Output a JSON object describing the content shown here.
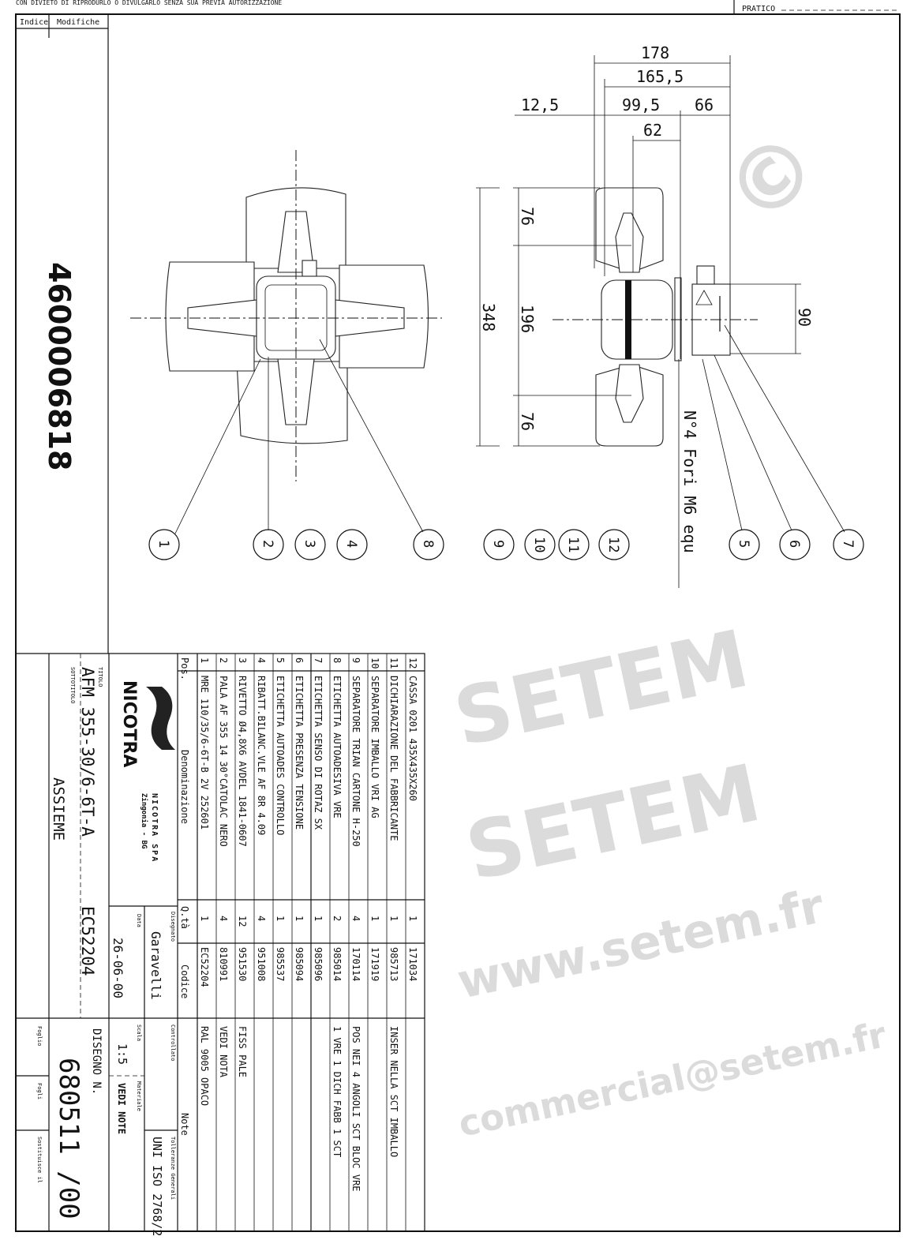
{
  "header": {
    "notice": "CON DIVIETO DI RIPRODURLO O DIVULGARLO SENZA SUA PREVIA AUTORIZZAZIONE",
    "pratico_label": "PRATICO",
    "indice_label": "Indice",
    "modifiche_label": "Modifiche"
  },
  "article_number": "4600006818",
  "dimensions": {
    "overall_depth": "178",
    "depth_165": "165,5",
    "offset": "12,5",
    "depth_99": "99,5",
    "box_depth": "66",
    "hub_depth": "62",
    "diameter": "348",
    "hub_height": "196",
    "blade_top": "76",
    "blade_bottom": "76",
    "box_height": "90",
    "holes_note": "N°4 Fori M6 equ"
  },
  "balloons": [
    "1",
    "2",
    "3",
    "4",
    "8",
    "9",
    "10",
    "11",
    "12",
    "5",
    "6",
    "7"
  ],
  "parts_table": {
    "headers": {
      "pos": "Pos.",
      "denominazione": "Denominazione",
      "qty": "Q.tà",
      "codice": "Codice",
      "note": "Note"
    },
    "rows": [
      {
        "pos": "1",
        "desc": "MRE 110/35/6-6T-B 2V 252601",
        "qty": "1",
        "code": "EC52204",
        "note": "RAL 9005 OPACO"
      },
      {
        "pos": "2",
        "desc": "PALA AF 355 14 30°CATOLAC NERO",
        "qty": "4",
        "code": "810991",
        "note": "VEDI NOTA"
      },
      {
        "pos": "3",
        "desc": "RIVETTO Ø4,8X6 AVDEL 1841-0607",
        "qty": "12",
        "code": "951530",
        "note": "FISS PALE"
      },
      {
        "pos": "4",
        "desc": "RIBATT.BILANC.VLE AF 8R 4.09",
        "qty": "4",
        "code": "951008",
        "note": ""
      },
      {
        "pos": "5",
        "desc": "ETICHETTA AUTOADES CONTROLLO",
        "qty": "1",
        "code": "985537",
        "note": ""
      },
      {
        "pos": "6",
        "desc": "ETICHETTA PRESENZA TENSIONE",
        "qty": "1",
        "code": "985094",
        "note": ""
      },
      {
        "pos": "7",
        "desc": "ETICHETTA SENSO DI ROTAZ SX",
        "qty": "1",
        "code": "985096",
        "note": ""
      },
      {
        "pos": "8",
        "desc": "ETICHETTA AUTOADESIVA VRE",
        "qty": "2",
        "code": "985014",
        "note": "1 VRE 1 DICH FABB 1 SCT"
      },
      {
        "pos": "9",
        "desc": "SEPARATORE TRIAN CARTONE H-250",
        "qty": "4",
        "code": "170114",
        "note": "POS NEI 4 ANGOLI SCT BLOC VRE"
      },
      {
        "pos": "10",
        "desc": "SEPARATORE IMBALLO VRI AG",
        "qty": "1",
        "code": "171919",
        "note": ""
      },
      {
        "pos": "11",
        "desc": "DICHIARAZIONE DEL FABBRICANTE",
        "qty": "1",
        "code": "985713",
        "note": "INSER NELLA SCT IMBALLO"
      },
      {
        "pos": "12",
        "desc": "CASSA 0201 435X435X260",
        "qty": "1",
        "code": "171034",
        "note": ""
      }
    ]
  },
  "title_block": {
    "logo_text": "NICOTRA",
    "company": "NICOTRA SPA",
    "location": "Zingonia - BG",
    "titolo_label": "TITOLO",
    "titolo": "AFM 355-30/6-6T-A",
    "titolo_code": "EC52204",
    "sottotitolo_label": "SOTTOTITOLO",
    "sottotitolo": "ASSIEME",
    "data_label": "Data",
    "data": "26-06-00",
    "disegnato_label": "Disegnato",
    "disegnato": "Garavelli",
    "controllato_label": "Controllato",
    "scala_label": "Scala",
    "scala": "1:5",
    "materiale_label": "Materiale",
    "materiale": "VEDI NOTE",
    "tolleranze_label": "Tolleranze Generali",
    "tolleranze": "UNI ISO 2768/2",
    "disegno_label": "DISEGNO N.",
    "disegno": "680511 /00",
    "foglio_label": "Foglio",
    "fogli_label": "Fogli",
    "sostituisce_label": "Sostituisce il"
  },
  "watermark": {
    "brand": "SETEM",
    "url": "www.setem.fr",
    "email": "commercial@setem.fr",
    "copyright": "©"
  }
}
